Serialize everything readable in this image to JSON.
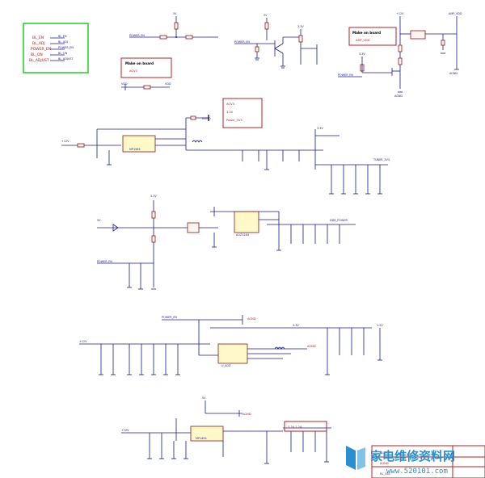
{
  "legend_box": {
    "signals": [
      "BL_EN",
      "BL_ADJ",
      "POWER_EN",
      "BL_ON",
      "BL_ADJUST"
    ],
    "nets": [
      "BL_EN",
      "BL_ADJ",
      "POWER_EN",
      "BL_ON",
      "BL_ADJUST"
    ]
  },
  "notes": {
    "make_board_1": "Make on board",
    "make_board_1_sub": "AGV3",
    "make_board_2": "Make on board",
    "make_board_2_sub": "AMP_VDD",
    "red_note_lines": [
      "AGV3",
      "3.3V",
      "Power_3V3"
    ],
    "bottom_note": "3.3V  1.2A"
  },
  "nets": {
    "vdd": "VDD",
    "amp_vdd": "AMP_VDD",
    "agnd": "AGND",
    "power_en": "POWER_EN",
    "tuner_3v3": "TUNER_3V3",
    "ddr_power": "DDR_POWER",
    "p12v": "+12V",
    "p5v": "5V",
    "p3v3": "3.3V",
    "p1v2": "1.2V",
    "ref_1": "BL_ON",
    "ref_2": "AGND",
    "ref_3": "BL_ADJ"
  },
  "ics": {
    "u1": "MP1584",
    "u2": "AOZ1284",
    "u3": "U_AOZ",
    "u4": "MP1494"
  },
  "watermark": {
    "title": "家电维修资料网",
    "url": "www.520101.com"
  }
}
